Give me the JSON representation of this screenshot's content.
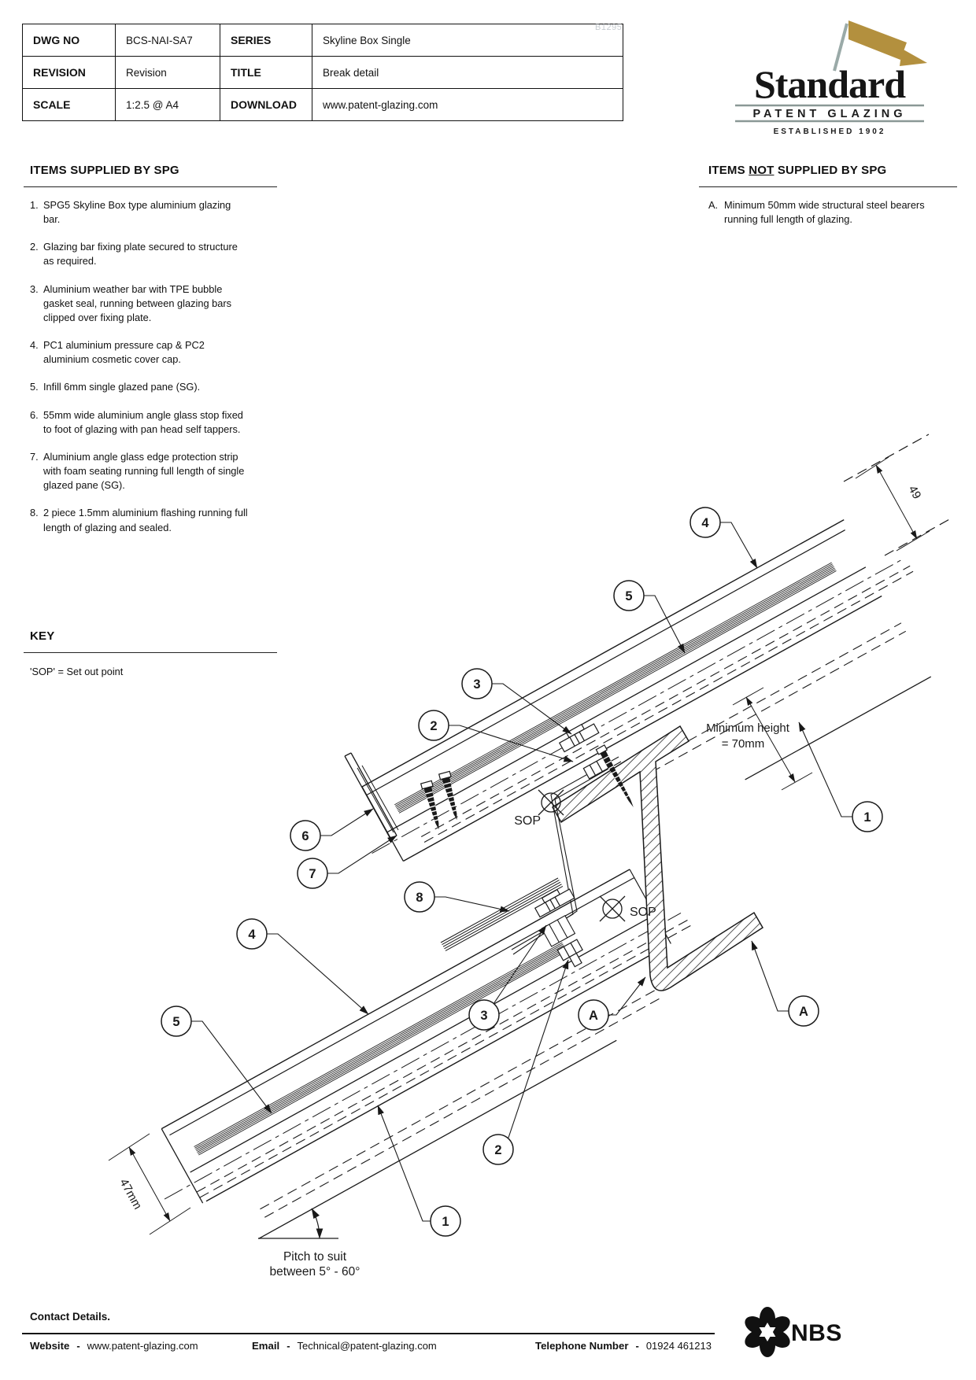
{
  "title_block": {
    "rows": [
      {
        "cells": [
          "DWG NO",
          "BCS-NAI-SA7",
          "SERIES",
          "Skyline Box Single"
        ]
      },
      {
        "cells": [
          "REVISION",
          "Revision",
          "TITLE",
          "Break detail"
        ]
      },
      {
        "cells": [
          "SCALE",
          "1:2.5 @ A4",
          "DOWNLOAD",
          "www.patent-glazing.com"
        ]
      }
    ]
  },
  "watermark": "B1295",
  "logo": {
    "name": "Standard",
    "tagline": "PATENT GLAZING",
    "established": "ESTABLISHED 1902",
    "flag_color": "#b3903e",
    "mast_color": "#9aaaa8",
    "rule_color": "#8a9896"
  },
  "sections": {
    "supplied": {
      "heading": "ITEMS SUPPLIED BY SPG",
      "items": [
        {
          "num": "1.",
          "text": "SPG5 Skyline Box type aluminium glazing bar."
        },
        {
          "num": "2.",
          "text": "Glazing bar fixing plate secured to structure as required."
        },
        {
          "num": "3.",
          "text": "Aluminium weather bar with TPE bubble gasket seal, running between glazing bars clipped over fixing plate."
        },
        {
          "num": "4.",
          "text": "PC1 aluminium pressure cap & PC2 aluminium cosmetic cover cap."
        },
        {
          "num": "5.",
          "text": "Infill 6mm single glazed pane (SG)."
        },
        {
          "num": "6.",
          "text": "55mm wide aluminium angle glass stop fixed to foot of glazing with pan head self tappers."
        },
        {
          "num": "7.",
          "text": "Aluminium angle glass edge protection strip with foam seating running full length of single glazed pane (SG)."
        },
        {
          "num": "8.",
          "text": "2 piece 1.5mm aluminium flashing running full length of glazing and sealed."
        }
      ]
    },
    "not_supplied": {
      "heading_pre": "ITEMS ",
      "heading_not": "NOT",
      "heading_post": " SUPPLIED BY SPG",
      "items": [
        {
          "num": "A.",
          "text": "Minimum 50mm wide structural steel bearers running full length of glazing."
        }
      ]
    },
    "key": {
      "heading": "KEY",
      "entry": "'SOP' = Set out point"
    }
  },
  "drawing": {
    "balloons": [
      {
        "label": "4"
      },
      {
        "label": "5"
      },
      {
        "label": "3"
      },
      {
        "label": "2"
      },
      {
        "label": "6"
      },
      {
        "label": "7"
      },
      {
        "label": "8"
      },
      {
        "label": "1"
      },
      {
        "label": "4"
      },
      {
        "label": "5"
      },
      {
        "label": "3"
      },
      {
        "label": "A"
      },
      {
        "label": "A"
      },
      {
        "label": "2"
      },
      {
        "label": "1"
      }
    ],
    "labels": {
      "sop_upper": "SOP",
      "sop_lower": "SOP",
      "min_height_line1": "Minimum height",
      "min_height_line2": "= 70mm",
      "dim_top": "49",
      "dim_bottom": "47mm",
      "pitch_line1": "Pitch to suit",
      "pitch_line2": "between 5° - 60°"
    }
  },
  "footer": {
    "heading": "Contact Details.",
    "entries": [
      {
        "label": "Website",
        "sep": "-",
        "value": "www.patent-glazing.com"
      },
      {
        "label": "Email",
        "sep": "-",
        "value": "Technical@patent-glazing.com"
      },
      {
        "label": "Telephone Number",
        "sep": "-",
        "value": "01924 461213"
      }
    ],
    "nbs": "NBS"
  }
}
